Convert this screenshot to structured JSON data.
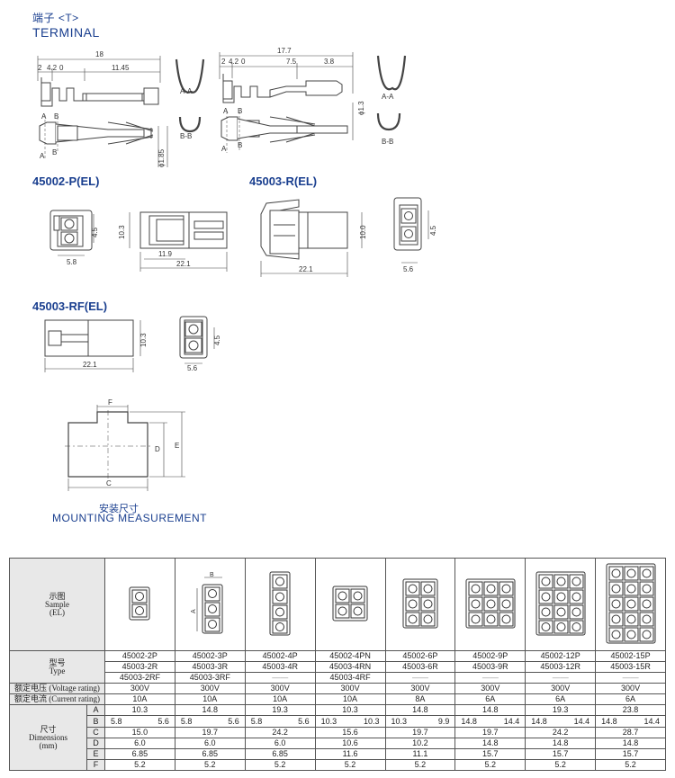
{
  "headings": {
    "terminal_cn": "端子 <T>",
    "terminal_en": "TERMINAL",
    "mount_cn": "安装尺寸",
    "mount_en": "MOUNTING MEASUREMENT"
  },
  "parts": {
    "p1": "45002-P(EL)",
    "p2": "45003-R(EL)",
    "p3": "45003-RF(EL)"
  },
  "terminal_dims": {
    "left_total": "18",
    "left_a": "2",
    "left_b": "4.2",
    "left_c": "0",
    "left_len": "11.45",
    "left_dia": "ϕ1.85",
    "right_total": "17.7",
    "right_a": "2",
    "right_b": "4.2",
    "right_c": "0",
    "right_mid": "7.5",
    "right_end": "3.8",
    "right_dia": "ϕ1.3",
    "sec_aa": "A-A",
    "sec_bb": "B-B",
    "mark_a": "A",
    "mark_b": "B"
  },
  "part_dims": {
    "p1_w": "5.8",
    "p1_h": "4.5",
    "p1_side_h": "10.3",
    "p1_inner": "11.9",
    "p1_len": "22.1",
    "p2_h": "10.0",
    "p2_len": "22.1",
    "p2_front_h": "4.5",
    "p2_front_w": "5.6",
    "p3_h": "10.3",
    "p3_len": "22.1",
    "p3_front_h": "4.5",
    "p3_front_w": "5.6"
  },
  "mount_labels": {
    "c": "C",
    "d": "D",
    "e": "E",
    "f": "F"
  },
  "table": {
    "row_labels": {
      "sample_cn": "示图",
      "sample_en": "Sample",
      "sample_el": "(EL)",
      "type_cn": "型号",
      "type_en": "Type",
      "voltage": "额定电压 (Voltage rating)",
      "current": "额定电流 (Current rating)",
      "dim_cn": "尺寸",
      "dim_en": "Dimensions",
      "dim_unit": "(mm)"
    },
    "dim_letters": [
      "A",
      "B",
      "C",
      "D",
      "E",
      "F"
    ],
    "thumb_labels": {
      "a": "A",
      "b": "B"
    },
    "columns": [
      {
        "t1": "45002-2P",
        "t2": "45003-2R",
        "t3": "45003-2RF",
        "v": "300V",
        "i": "10A",
        "A": "10.3",
        "B1": "5.8",
        "B2": "5.6",
        "C": "15.0",
        "D": "6.0",
        "E": "6.85",
        "F": "5.2"
      },
      {
        "t1": "45002-3P",
        "t2": "45003-3R",
        "t3": "45003-3RF",
        "v": "300V",
        "i": "10A",
        "A": "14.8",
        "B1": "5.8",
        "B2": "5.6",
        "C": "19.7",
        "D": "6.0",
        "E": "6.85",
        "F": "5.2"
      },
      {
        "t1": "45002-4P",
        "t2": "45003-4R",
        "t3": "——",
        "v": "300V",
        "i": "10A",
        "A": "19.3",
        "B1": "5.8",
        "B2": "5.6",
        "C": "24.2",
        "D": "6.0",
        "E": "6.85",
        "F": "5.2"
      },
      {
        "t1": "45002-4PN",
        "t2": "45003-4RN",
        "t3": "45003-4RF",
        "v": "300V",
        "i": "10A",
        "A": "10.3",
        "B1": "10.3",
        "B2": "10.3",
        "C": "15.6",
        "D": "10.6",
        "E": "11.6",
        "F": "5.2"
      },
      {
        "t1": "45002-6P",
        "t2": "45003-6R",
        "t3": "——",
        "v": "300V",
        "i": "8A",
        "A": "14.8",
        "B1": "10.3",
        "B2": "9.9",
        "C": "19.7",
        "D": "10.2",
        "E": "11.1",
        "F": "5.2"
      },
      {
        "t1": "45002-9P",
        "t2": "45003-9R",
        "t3": "——",
        "v": "300V",
        "i": "6A",
        "A": "14.8",
        "B1": "14.8",
        "B2": "14.4",
        "C": "19.7",
        "D": "14.8",
        "E": "15.7",
        "F": "5.2"
      },
      {
        "t1": "45002-12P",
        "t2": "45003-12R",
        "t3": "——",
        "v": "300V",
        "i": "6A",
        "A": "19.3",
        "B1": "14.8",
        "B2": "14.4",
        "C": "24.2",
        "D": "14.8",
        "E": "15.7",
        "F": "5.2"
      },
      {
        "t1": "45002-15P",
        "t2": "45003-15R",
        "t3": "——",
        "v": "300V",
        "i": "6A",
        "A": "23.8",
        "B1": "14.8",
        "B2": "14.4",
        "C": "28.7",
        "D": "14.8",
        "E": "15.7",
        "F": "5.2"
      }
    ]
  }
}
